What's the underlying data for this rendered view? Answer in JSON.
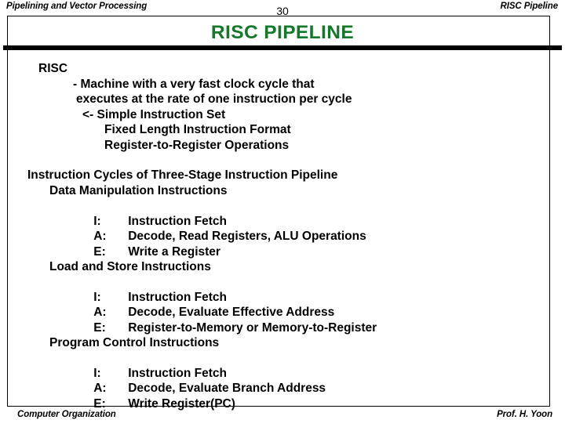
{
  "header": {
    "left": "Pipelining and Vector Processing",
    "page_number": "30",
    "right": "RISC Pipeline"
  },
  "slide": {
    "title": "RISC  PIPELINE",
    "title_color": "#14782b",
    "rule_color": "#000000"
  },
  "body": {
    "section_risc": {
      "heading": "RISC",
      "lines": [
        "- Machine with a very fast clock cycle that",
        "executes at the rate of one instruction per cycle",
        "<- Simple Instruction Set",
        "Fixed Length Instruction Format",
        "Register-to-Register Operations"
      ]
    },
    "section_cycles": {
      "heading": "Instruction Cycles of Three-Stage Instruction Pipeline",
      "groups": [
        {
          "name": "Data Manipulation Instructions",
          "stages": [
            {
              "key": "I:",
              "text": "Instruction Fetch"
            },
            {
              "key": "A:",
              "text": "Decode, Read Registers, ALU Operations"
            },
            {
              "key": "E:",
              "text": "Write a Register"
            }
          ]
        },
        {
          "name": "Load and Store Instructions",
          "stages": [
            {
              "key": "I:",
              "text": "Instruction Fetch"
            },
            {
              "key": "A:",
              "text": "Decode, Evaluate Effective Address"
            },
            {
              "key": "E:",
              "text": "Register-to-Memory or Memory-to-Register"
            }
          ]
        },
        {
          "name": "Program Control Instructions",
          "stages": [
            {
              "key": "I:",
              "text": "Instruction Fetch"
            },
            {
              "key": "A:",
              "text": "Decode, Evaluate Branch Address"
            },
            {
              "key": "E:",
              "text": "Write Register(PC)"
            }
          ]
        }
      ]
    }
  },
  "footer": {
    "left": "Computer Organization",
    "right": "Prof.  H. Yoon"
  }
}
